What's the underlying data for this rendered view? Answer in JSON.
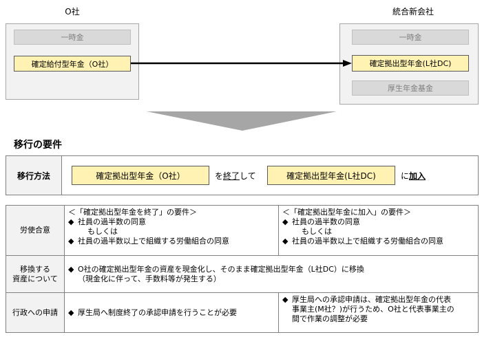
{
  "top": {
    "left_company": "O社",
    "right_company": "統合新会社",
    "left_items": {
      "lump_sum": "一時金",
      "db_plan": "確定給付型年金（O社）"
    },
    "right_items": {
      "lump_sum": "一時金",
      "dc_plan": "確定拠出型年金(L社DC)",
      "pension_fund": "厚生年金基金"
    }
  },
  "section_title": "移行の要件",
  "method": {
    "label": "移行方法",
    "box1": "確定拠出型年金（O社）",
    "connector_pre": "を",
    "connector_u": "終了",
    "connector_post": "して",
    "box2": "確定拠出型年金(L社DC)",
    "tail_pre": "に",
    "tail_u": "加入"
  },
  "table": {
    "rows": [
      {
        "head": "労使合意",
        "col1": {
          "title": "＜「確定拠出型年金を終了」の要件＞",
          "b1": "社員の過半数の同意",
          "or": "もしくは",
          "b2": "社員の過半数以上で組織する労働組合の同意"
        },
        "col2": {
          "title": "＜「確定拠出型年金に加入」の要件＞",
          "b1": "社員の過半数の同意",
          "or": "もしくは",
          "b2": "社員の過半数以上で組織する労働組合の同意"
        }
      },
      {
        "head_l1": "移換する",
        "head_l2": "資産について",
        "line1": "O社の確定拠出型年金の資産を現金化し、そのまま確定拠出型年金（L社DC）に移換",
        "line2": "（現金化に伴って、手数料等が発生する）"
      },
      {
        "head": "行政への申請",
        "col1": "厚生局へ制度終了の承認申請を行うことが必要",
        "col2_l1": "厚生局への承認申請は、確定拠出型年金の代表",
        "col2_l2": "事業主(M社？)が行うため、O社と代表事業主の",
        "col2_l3": "間で作業の調整が必要"
      }
    ],
    "bullet": "◆"
  }
}
